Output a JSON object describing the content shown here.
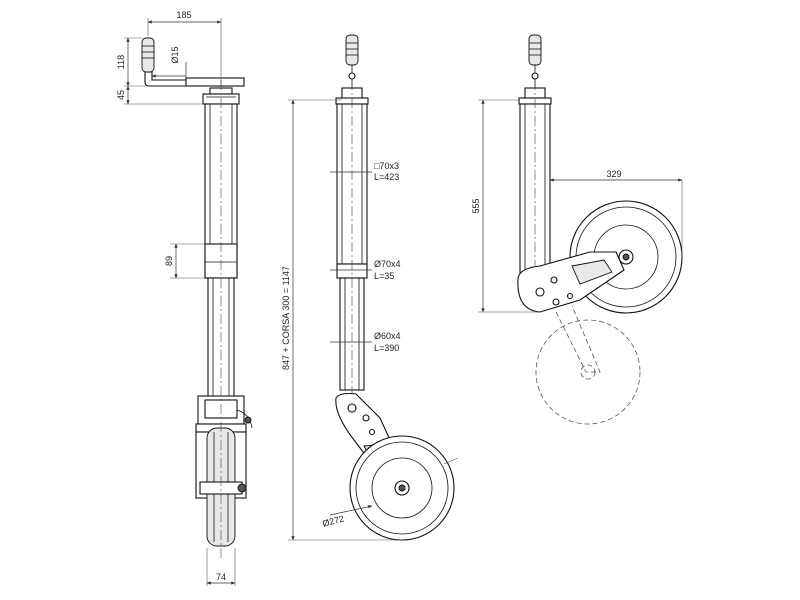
{
  "diagram": {
    "views": [
      {
        "id": "front-view",
        "dimensions": {
          "handle_reach": "185",
          "handle_height": "118",
          "crank_diameter": "Ø15",
          "top_offset": "45",
          "overlap": "89",
          "wheel_width": "74"
        }
      },
      {
        "id": "side-view",
        "dimensions": {
          "overall_height": "847 + CORSA 300 = 1147",
          "outer_tube_size": "□70x3",
          "outer_tube_length": "L=423",
          "collar_size": "Ø70x4",
          "collar_length": "L=35",
          "inner_tube_size": "Ø60x4",
          "inner_tube_length": "L=390",
          "wheel_diameter": "Ø272"
        }
      },
      {
        "id": "retracted-view",
        "dimensions": {
          "retracted_height": "555",
          "retracted_reach": "329"
        }
      }
    ]
  }
}
